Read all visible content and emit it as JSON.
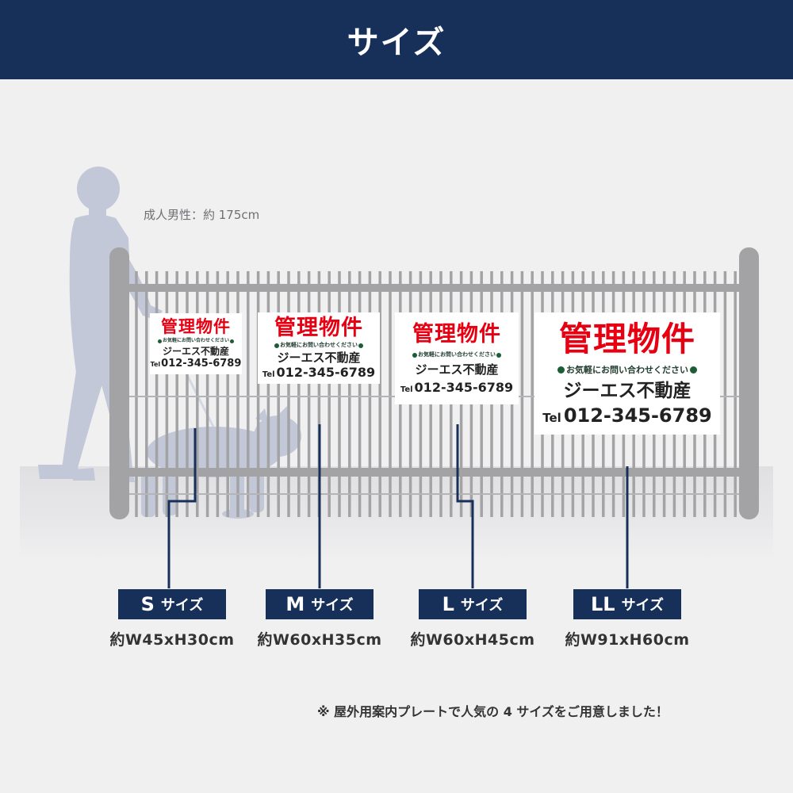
{
  "header": {
    "title": "サイズ"
  },
  "person": {
    "label": "成人男性：約 175cm"
  },
  "colors": {
    "navy": "#17305a",
    "sign_red": "#e60012",
    "dot_green": "#1b5e35",
    "fence_gray": "#a3a3a6",
    "silhouette": "#c3c8d8"
  },
  "sign_text": {
    "title": "管理物件",
    "contact": "お気軽にお問い合わせください",
    "company": "ジーエス不動産",
    "tel_prefix": "Tel",
    "phone": "012-345-6789"
  },
  "sizes": [
    {
      "letter": "S",
      "suffix": "サイズ",
      "dimension": "約W45xH30cm"
    },
    {
      "letter": "M",
      "suffix": "サイズ",
      "dimension": "約W60xH35cm"
    },
    {
      "letter": "L",
      "suffix": "サイズ",
      "dimension": "約W60xH45cm"
    },
    {
      "letter": "LL",
      "suffix": "サイズ",
      "dimension": "約W91xH60cm"
    }
  ],
  "footnote": "※ 屋外用案内プレートで人気の 4 サイズをご用意しました！"
}
